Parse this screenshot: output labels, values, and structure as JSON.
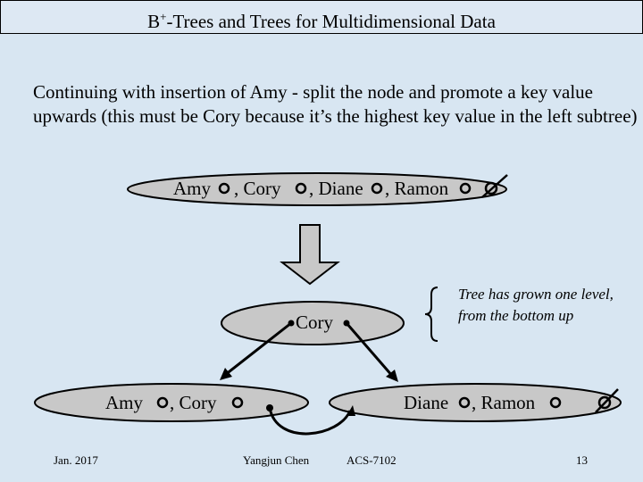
{
  "header": {
    "title_prefix": "B",
    "title_sup": "+",
    "title_rest": "-Trees and Trees for Multidimensional Data"
  },
  "body": {
    "text": "Continuing with insertion of Amy - split the node and promote a key value upwards (this must be Cory because it’s the highest key value in the left subtree)"
  },
  "diagram": {
    "top_node": {
      "keys": [
        "Amy",
        ", Cory",
        ", Diane",
        ", Ramon"
      ]
    },
    "root_node": {
      "key": "Cory"
    },
    "left_leaf": {
      "keys": [
        "Amy",
        ", Cory"
      ]
    },
    "right_leaf": {
      "keys": [
        "Diane",
        ", Ramon"
      ]
    },
    "note": "Tree has grown one level, from the bottom up"
  },
  "footer": {
    "date": "Jan. 2017",
    "author": "Yangjun Chen",
    "course": "ACS-7102",
    "page": "13"
  },
  "colors": {
    "background": "#d8e6f2",
    "node_fill": "#c8c8c8",
    "arrow_fill": "#c8c8c8"
  }
}
